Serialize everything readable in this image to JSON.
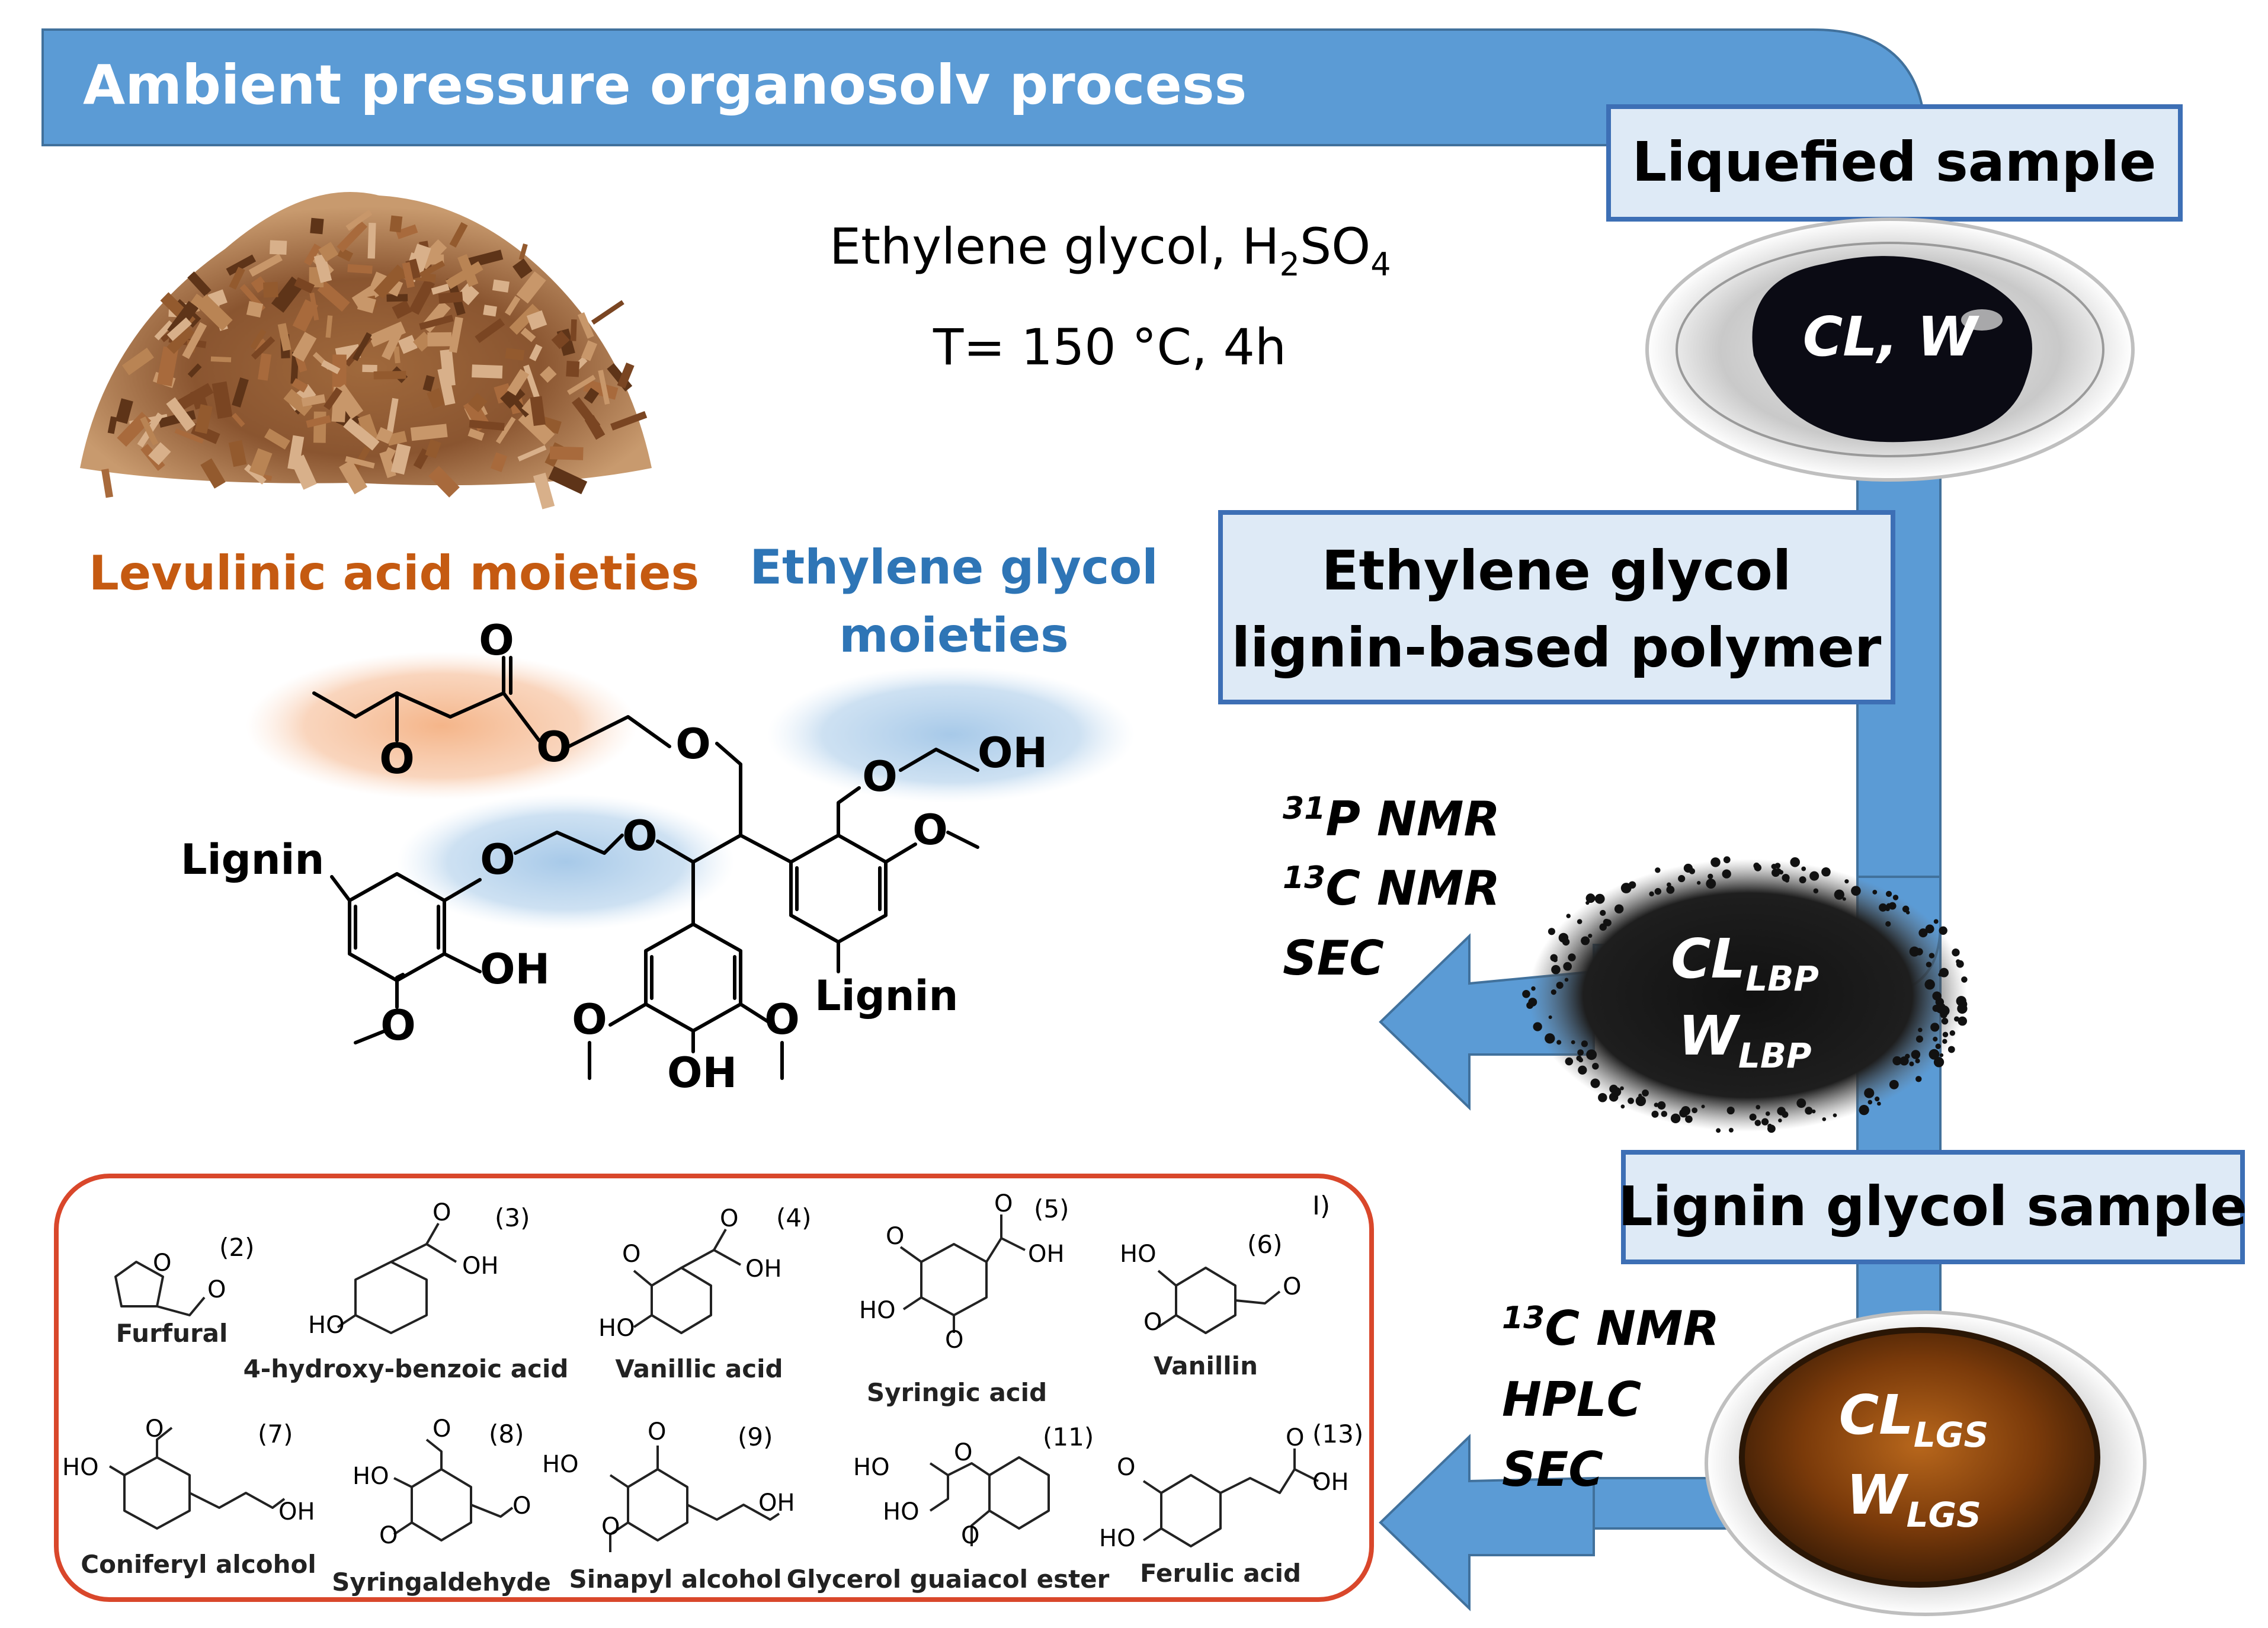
{
  "title": "Ambient pressure organosolv process",
  "conditions": {
    "reagent_main": "Ethylene glycol, H",
    "reagent_sub1": "2",
    "reagent_mid": "SO",
    "reagent_sub2": "4",
    "temperature": "T= 150 °C, 4h"
  },
  "moieties": {
    "levulinic": "Levulinic acid moieties",
    "eg_line1": "Ethylene glycol",
    "eg_line2": "moieties"
  },
  "structure_labels": {
    "lignin_left": "Lignin",
    "lignin_right": "Lignin",
    "oh": "OH",
    "o": "O"
  },
  "boxes": {
    "liquefied": "Liquefied sample",
    "polymer_line1": "Ethylene glycol",
    "polymer_line2": "lignin-based polymer",
    "glycol": "Lignin glycol sample"
  },
  "samples": {
    "liquefied_label": "CL, W",
    "lbp_1_main": "CL",
    "lbp_1_sub": "LBP",
    "lbp_2_main": "W",
    "lbp_2_sub": "LBP",
    "lgs_1_main": "CL",
    "lgs_1_sub": "LGS",
    "lgs_2_main": "W",
    "lgs_2_sub": "LGS"
  },
  "analysis_lbp": [
    {
      "sup": "31",
      "text": "P NMR"
    },
    {
      "sup": "13",
      "text": "C NMR"
    },
    {
      "sup": "",
      "text": "SEC"
    }
  ],
  "analysis_lgs": [
    {
      "sup": "13",
      "text": "C NMR"
    },
    {
      "sup": "",
      "text": "HPLC"
    },
    {
      "sup": "",
      "text": "SEC"
    }
  ],
  "compounds_tag": "I)",
  "compounds": [
    {
      "num": "(2)",
      "name": "Furfural"
    },
    {
      "num": "(3)",
      "name": "4-hydroxy-benzoic acid"
    },
    {
      "num": "(4)",
      "name": "Vanillic acid"
    },
    {
      "num": "(5)",
      "name": "Syringic acid"
    },
    {
      "num": "(6)",
      "name": "Vanillin"
    },
    {
      "num": "(7)",
      "name": "Coniferyl alcohol"
    },
    {
      "num": "(8)",
      "name": "Syringaldehyde"
    },
    {
      "num": "(9)",
      "name": "Sinapyl alcohol"
    },
    {
      "num": "(11)",
      "name": "Glycerol guaiacol ester"
    },
    {
      "num": "(13)",
      "name": "Ferulic acid"
    }
  ],
  "colors": {
    "banner": "#5b9bd5",
    "flow": "#4f8fd0",
    "box_border": "#3d6fb5",
    "box_fill": "#deeaf6",
    "levulinic": "#c55a11",
    "ethylene_glycol": "#2e75b6",
    "frame": "#d9472b"
  }
}
